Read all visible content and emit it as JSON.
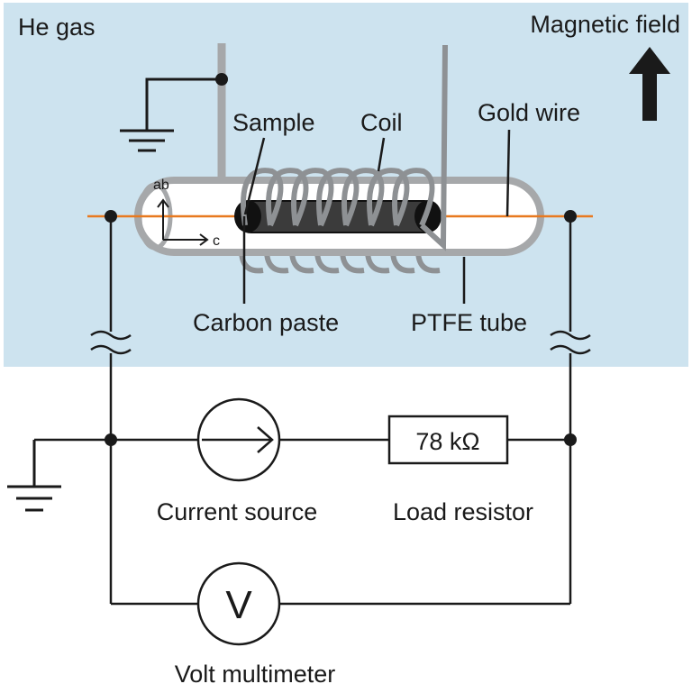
{
  "labels": {
    "he_gas": "He gas",
    "magnetic_field": "Magnetic field",
    "sample": "Sample",
    "coil": "Coil",
    "gold_wire": "Gold wire",
    "carbon_paste": "Carbon paste",
    "ptfe_tube": "PTFE tube",
    "axis_ab": "ab",
    "axis_c": "c",
    "resistor_value": "78 kΩ",
    "current_source": "Current source",
    "load_resistor": "Load resistor",
    "voltmeter_symbol": "V",
    "volt_multimeter": "Volt multimeter"
  },
  "colors": {
    "helium_region": "#cde3ef",
    "wire": "#1a1a1a",
    "tube": "#a6a8aa",
    "coil": "#8e9194",
    "gold_wire": "#e8791f",
    "sample": "#3b3b3b",
    "paste": "#111111"
  }
}
